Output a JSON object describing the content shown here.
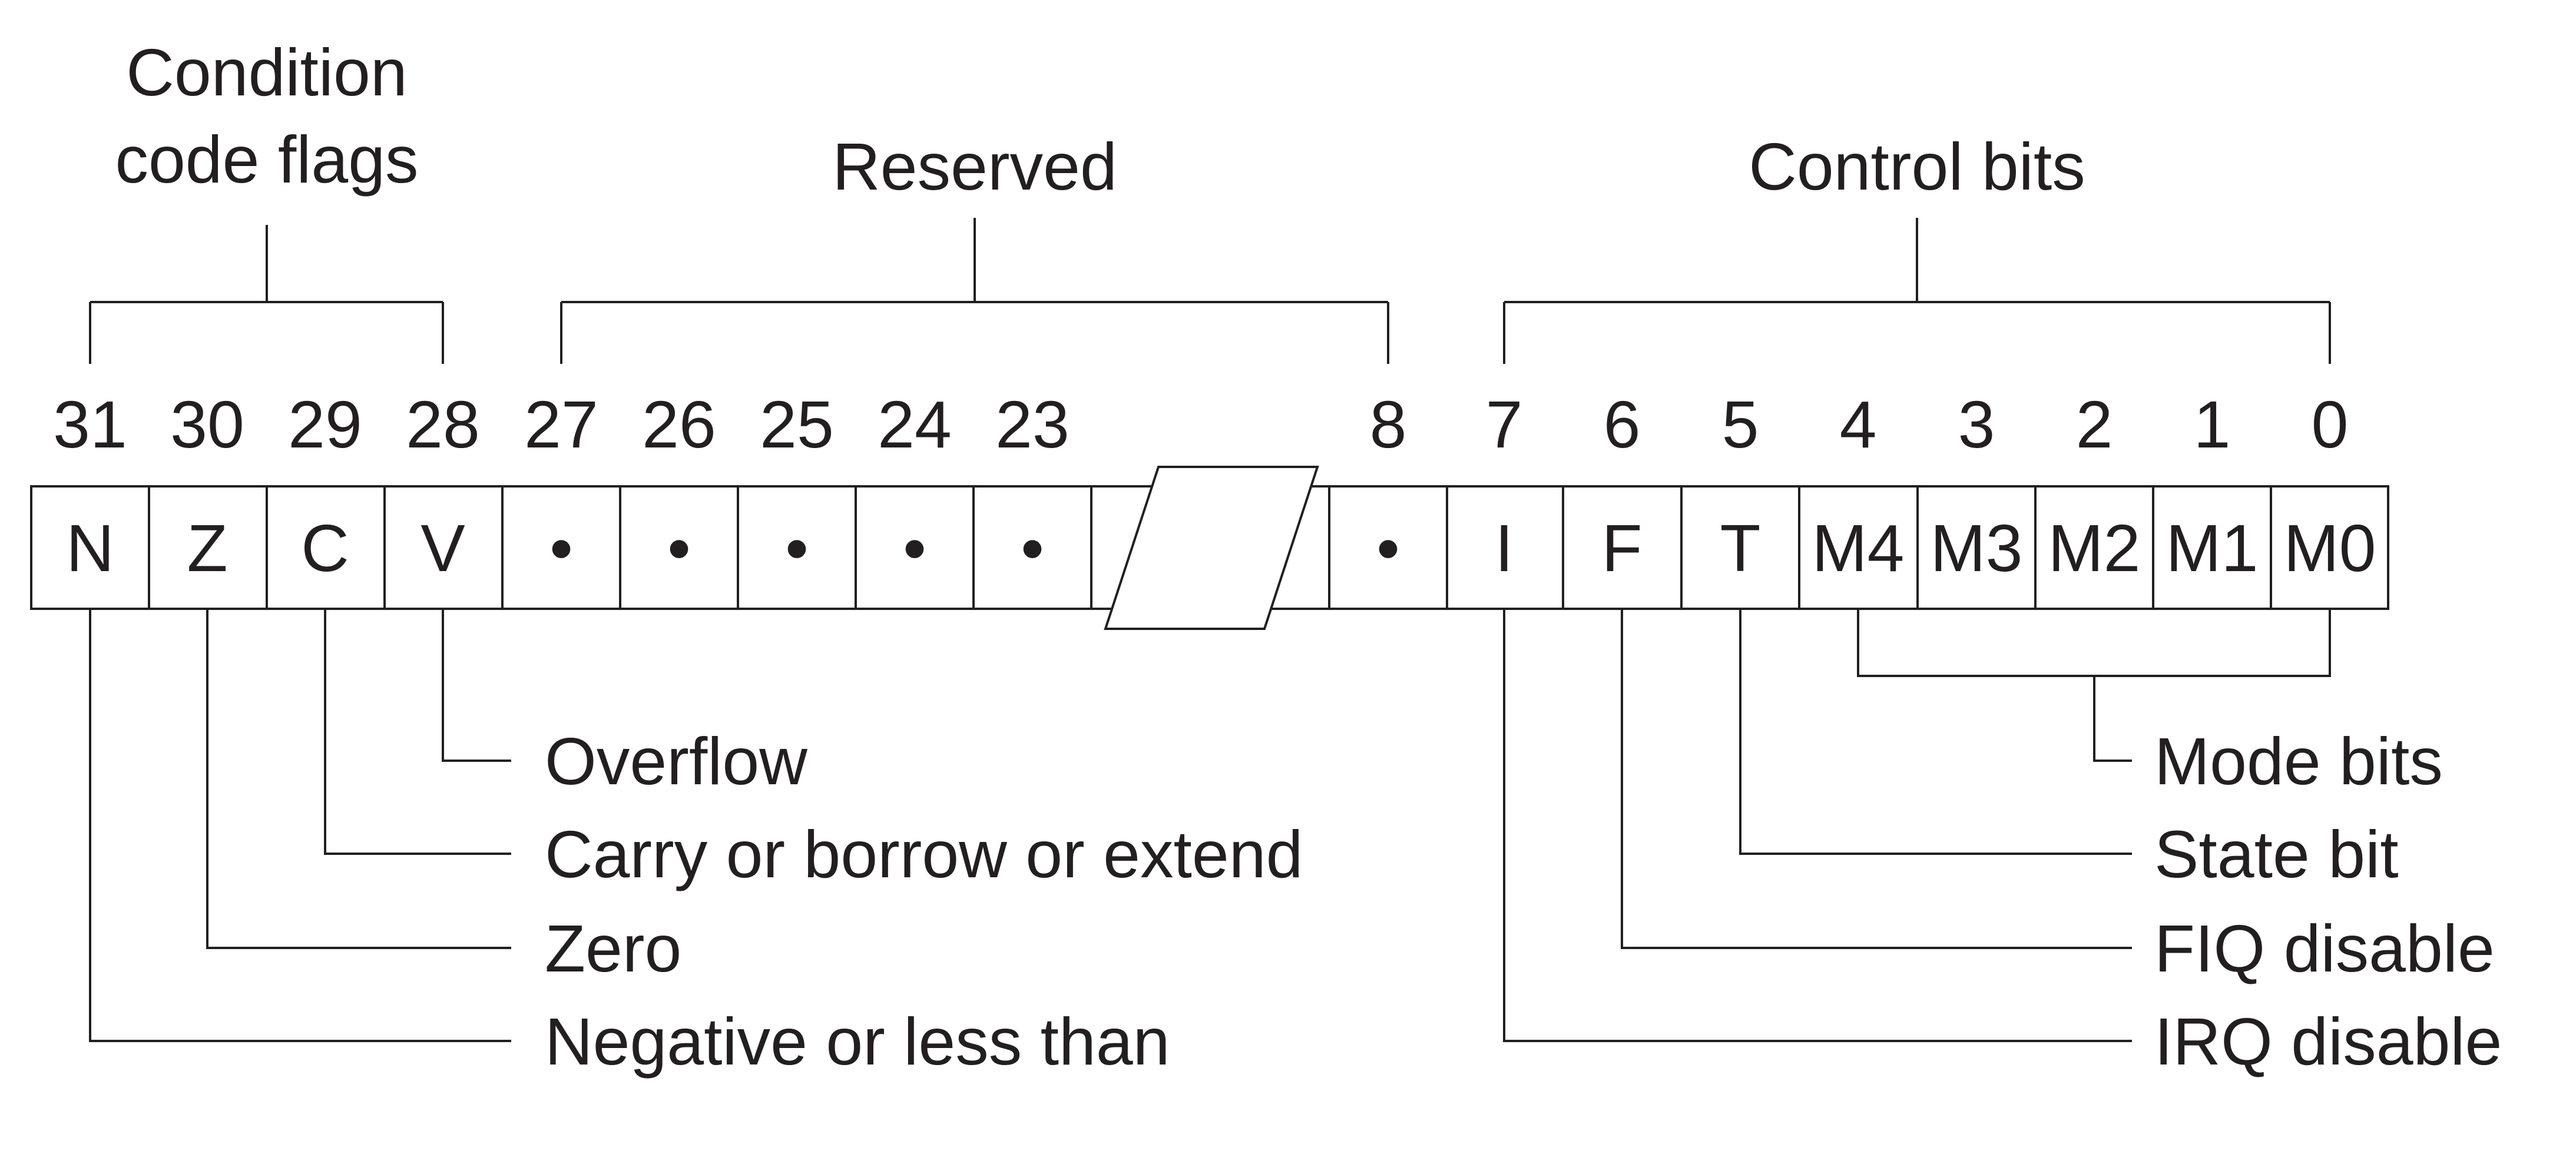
{
  "groups": {
    "condition_flags_line1": "Condition",
    "condition_flags_line2": "code flags",
    "reserved": "Reserved",
    "control_bits": "Control bits"
  },
  "bit_numbers": [
    "31",
    "30",
    "29",
    "28",
    "27",
    "26",
    "25",
    "24",
    "23",
    "8",
    "7",
    "6",
    "5",
    "4",
    "3",
    "2",
    "1",
    "0"
  ],
  "cells": [
    "N",
    "Z",
    "C",
    "V",
    "•",
    "•",
    "•",
    "•",
    "•",
    "",
    "•",
    "I",
    "F",
    "T",
    "M4",
    "M3",
    "M2",
    "M1",
    "M0"
  ],
  "left_labels": {
    "overflow": "Overflow",
    "carry": "Carry or borrow or extend",
    "zero": "Zero",
    "negative": "Negative or less than"
  },
  "right_labels": {
    "mode_bits": "Mode bits",
    "state_bit": "State bit",
    "fiq_disable": "FIQ disable",
    "irq_disable": "IRQ disable"
  }
}
